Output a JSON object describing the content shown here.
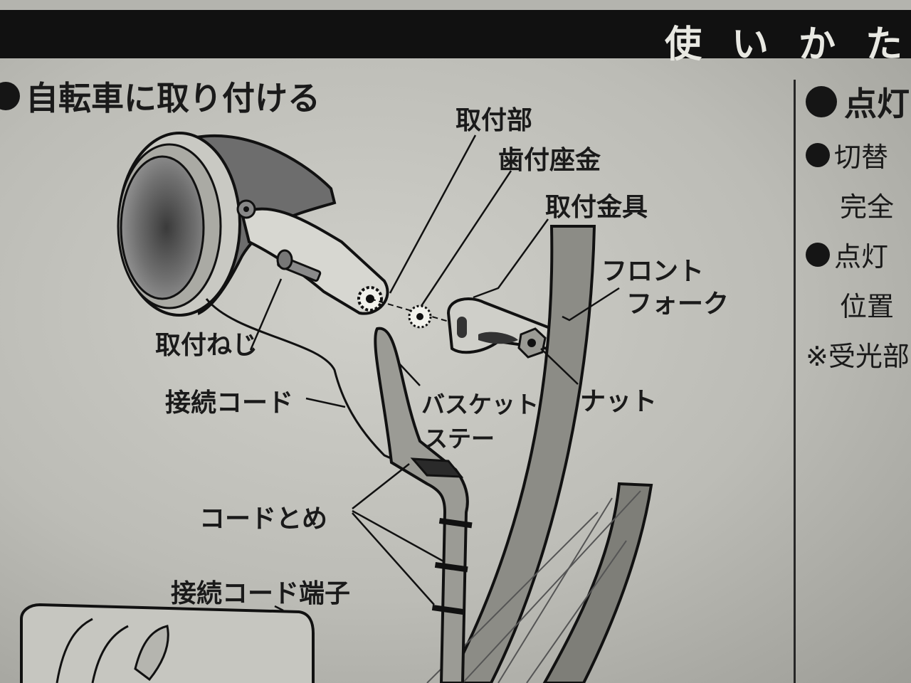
{
  "header": {
    "title": "使いかた"
  },
  "section": {
    "title": "自転車に取り付ける"
  },
  "labels": {
    "mount_part": "取付部",
    "toothed_washer": "歯付座金",
    "mount_bracket": "取付金具",
    "front_fork_1": "フロント",
    "front_fork_2": "フォーク",
    "mount_screw": "取付ねじ",
    "nut": "ナット",
    "connection_cord": "接続コード",
    "basket_stay_1": "バスケット",
    "basket_stay_2": "ステー",
    "cord_clip": "コードとめ",
    "cord_terminal": "接続コード端子"
  },
  "right_column": {
    "heading": "点灯",
    "lines": [
      "切替",
      "完全",
      "点灯",
      "位置",
      "※受光部"
    ]
  }
}
